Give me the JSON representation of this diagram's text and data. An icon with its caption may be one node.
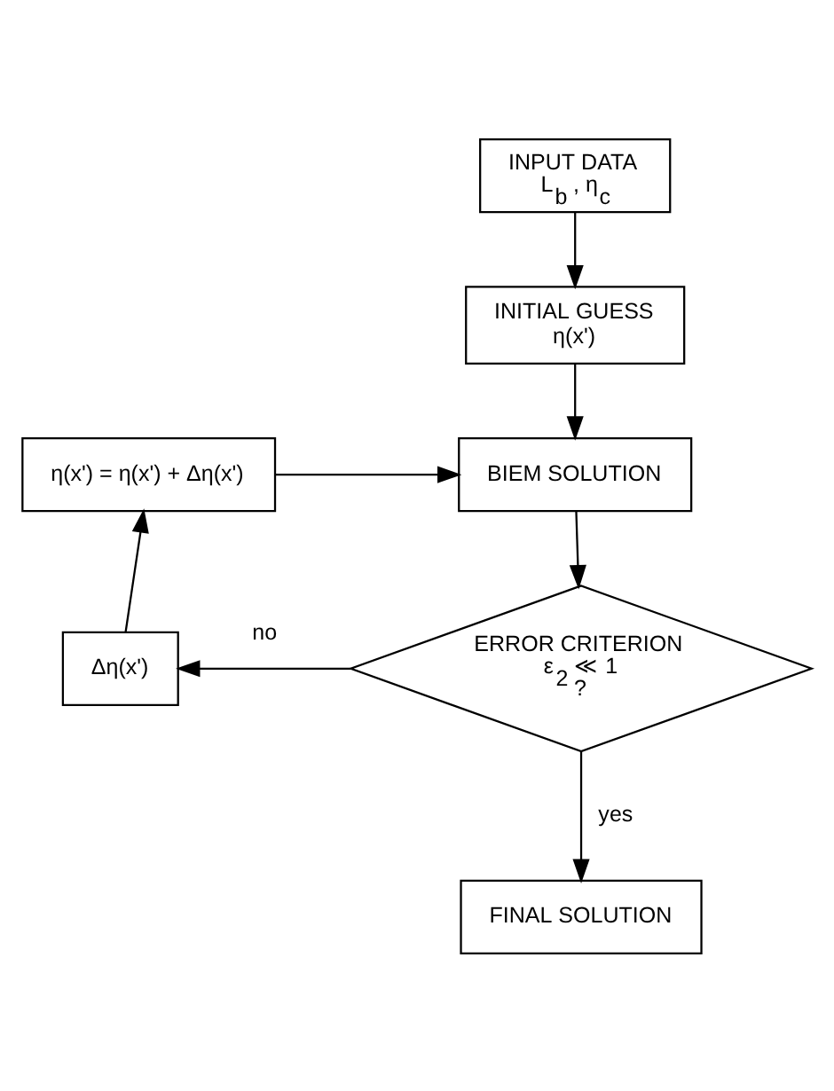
{
  "diagram": {
    "nodes": [
      {
        "text": [
          "INPUT DATA",
          "L$_{b}$ , η$_{c}$"
        ]
      },
      {
        "text": [
          "INITIAL GUESS",
          "η(x')"
        ]
      },
      {
        "text": [
          "BIEM SOLUTION"
        ]
      },
      {
        "text": [
          "ERROR CRITERION",
          "ε$_{2}$ ≪ 1",
          "?"
        ]
      },
      {
        "text": [
          "Δη(x')"
        ]
      },
      {
        "text": [
          "η(x') = η(x') + Δη(x')"
        ]
      },
      {
        "text": [
          "FINAL SOLUTION"
        ]
      }
    ],
    "edges": [
      {
        "from": 0,
        "to": 1,
        "arrow": "to"
      },
      {
        "from": 1,
        "to": 2,
        "arrow": "to"
      },
      {
        "from": 2,
        "to": 3,
        "arrow": "to"
      },
      {
        "from": 3,
        "to": 4,
        "arrow": "to",
        "label": "no"
      },
      {
        "from": 4,
        "to": 5,
        "arrow": "to"
      },
      {
        "from": 5,
        "to": 2,
        "arrow": "to"
      },
      {
        "from": 3,
        "to": 6,
        "arrow": "to",
        "label": "yes"
      }
    ]
  }
}
